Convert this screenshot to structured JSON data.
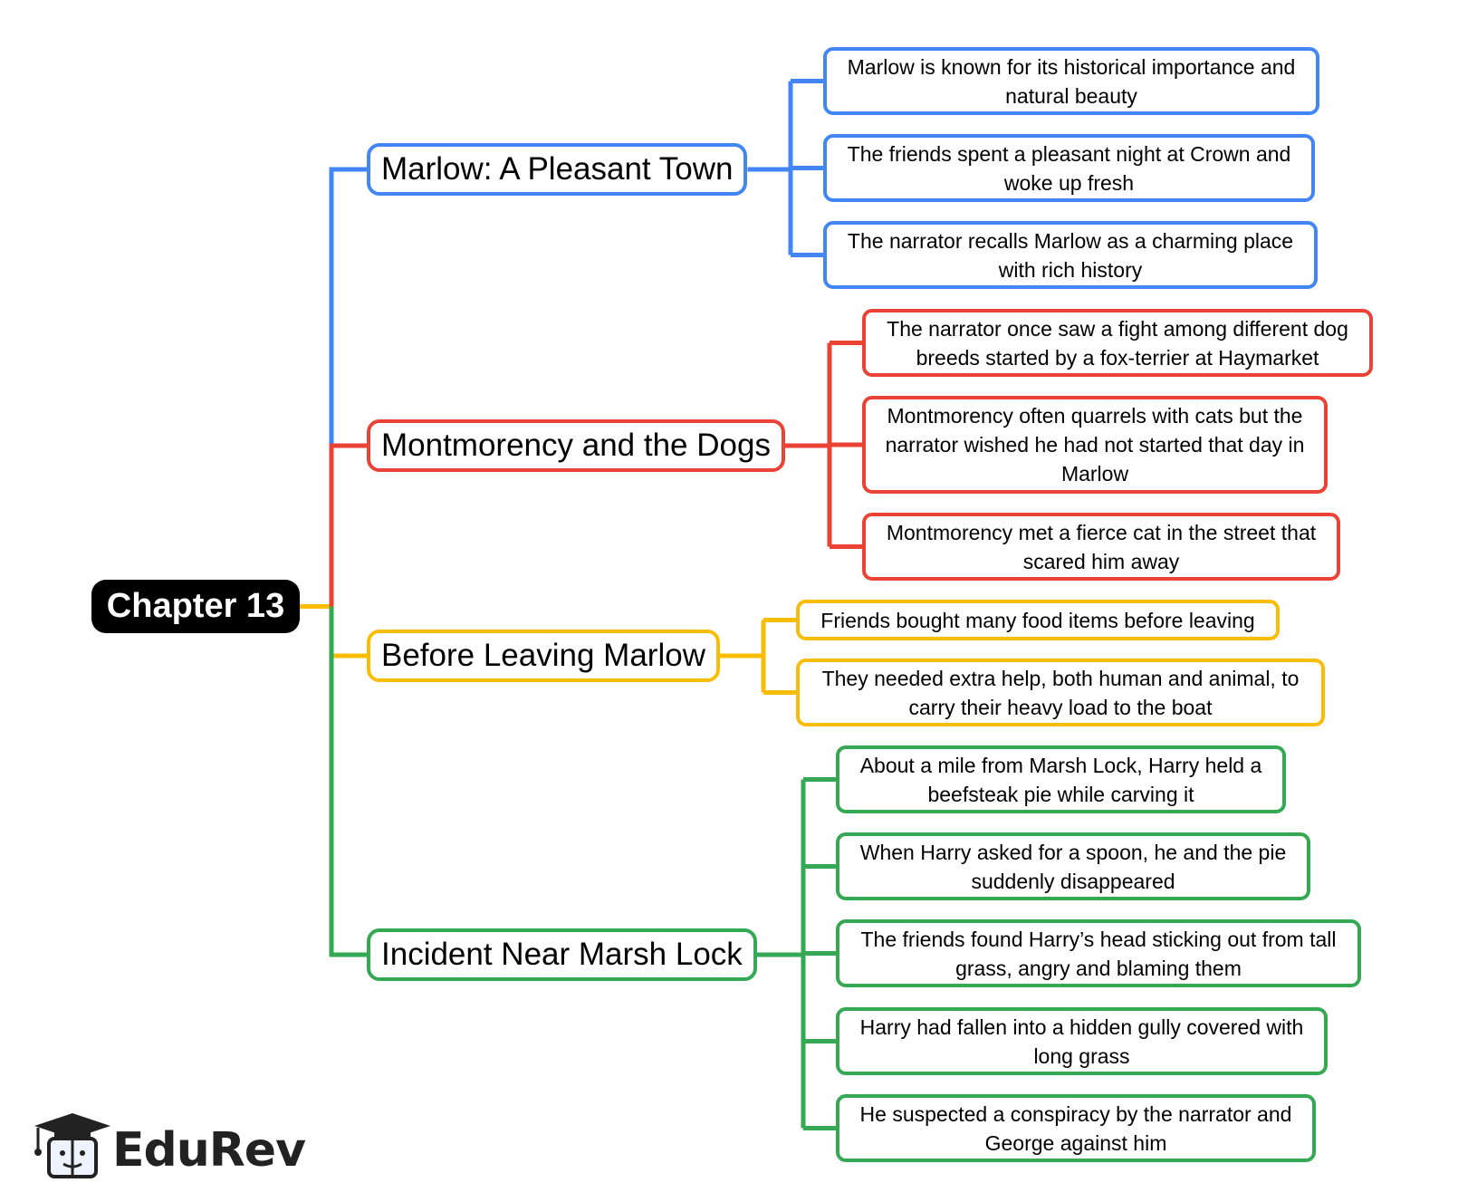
{
  "root": {
    "label": "Chapter 13"
  },
  "colors": {
    "blue": "#4285f4",
    "red": "#ea4335",
    "yellow": "#fbbc04",
    "green": "#34a853"
  },
  "branches": [
    {
      "label": "Marlow: A Pleasant Town",
      "leaves": [
        "Marlow is known for its historical importance and natural beauty",
        "The friends spent a pleasant night at Crown and woke up fresh",
        "The narrator recalls Marlow as a charming place with rich history"
      ]
    },
    {
      "label": "Montmorency and the Dogs",
      "leaves": [
        "The narrator once saw a fight among different dog breeds started by a fox-terrier at Haymarket",
        "Montmorency often quarrels with cats but the narrator wished he had not started that day in Marlow",
        "Montmorency met a fierce cat in the street that scared him away"
      ]
    },
    {
      "label": "Before Leaving Marlow",
      "leaves": [
        "Friends bought many food items before leaving",
        "They needed extra help, both human and animal, to carry their heavy load to the boat"
      ]
    },
    {
      "label": "Incident Near Marsh Lock",
      "leaves": [
        "About a mile from Marsh Lock, Harry held a beefsteak pie while carving it",
        "When Harry asked for a spoon, he and the pie suddenly disappeared",
        "The friends found Harry’s head sticking out from tall grass, angry and blaming them",
        "Harry had fallen into a hidden gully covered with long grass",
        "He suspected a conspiracy by the narrator and George against him"
      ]
    }
  ],
  "logo": {
    "text": "EduRev",
    "icon": "graduation-cap-book-icon"
  }
}
